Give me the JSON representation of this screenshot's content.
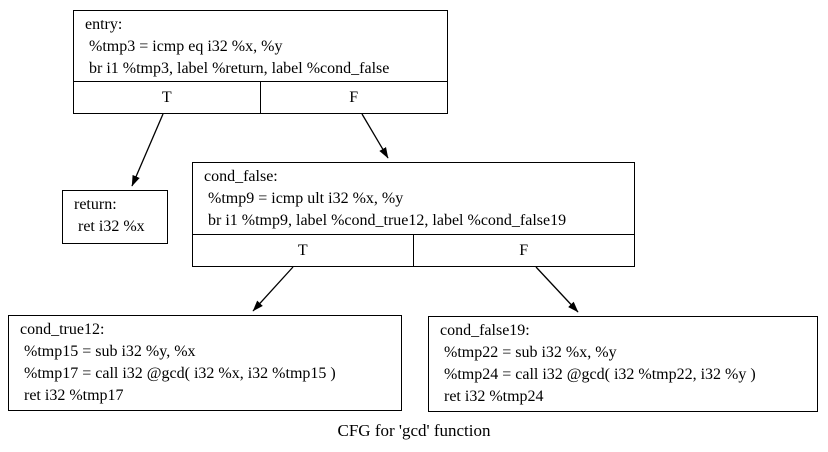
{
  "graph": {
    "caption": "CFG for 'gcd' function",
    "nodes": {
      "entry": {
        "label": "entry:",
        "lines": [
          " %tmp3 = icmp eq i32 %x, %y",
          " br i1 %tmp3, label %return, label %cond_false"
        ],
        "true_label": "T",
        "false_label": "F"
      },
      "return": {
        "label": "return:",
        "lines": [
          " ret i32 %x"
        ]
      },
      "cond_false": {
        "label": "cond_false:",
        "lines": [
          " %tmp9 = icmp ult i32 %x, %y",
          " br i1 %tmp9, label %cond_true12, label %cond_false19"
        ],
        "true_label": "T",
        "false_label": "F"
      },
      "cond_true12": {
        "label": "cond_true12:",
        "lines": [
          " %tmp15 = sub i32 %y, %x",
          " %tmp17 = call i32 @gcd( i32 %x, i32 %tmp15 )",
          " ret i32 %tmp17"
        ]
      },
      "cond_false19": {
        "label": "cond_false19:",
        "lines": [
          " %tmp22 = sub i32 %x, %y",
          " %tmp24 = call i32 @gcd( i32 %tmp22, i32 %y )",
          " ret i32 %tmp24"
        ]
      }
    },
    "edges": [
      {
        "from": "entry",
        "branch": "T",
        "to": "return"
      },
      {
        "from": "entry",
        "branch": "F",
        "to": "cond_false"
      },
      {
        "from": "cond_false",
        "branch": "T",
        "to": "cond_true12"
      },
      {
        "from": "cond_false",
        "branch": "F",
        "to": "cond_false19"
      }
    ],
    "colors": {
      "background": "#ffffff",
      "node_border": "#000000",
      "text": "#000000"
    }
  }
}
